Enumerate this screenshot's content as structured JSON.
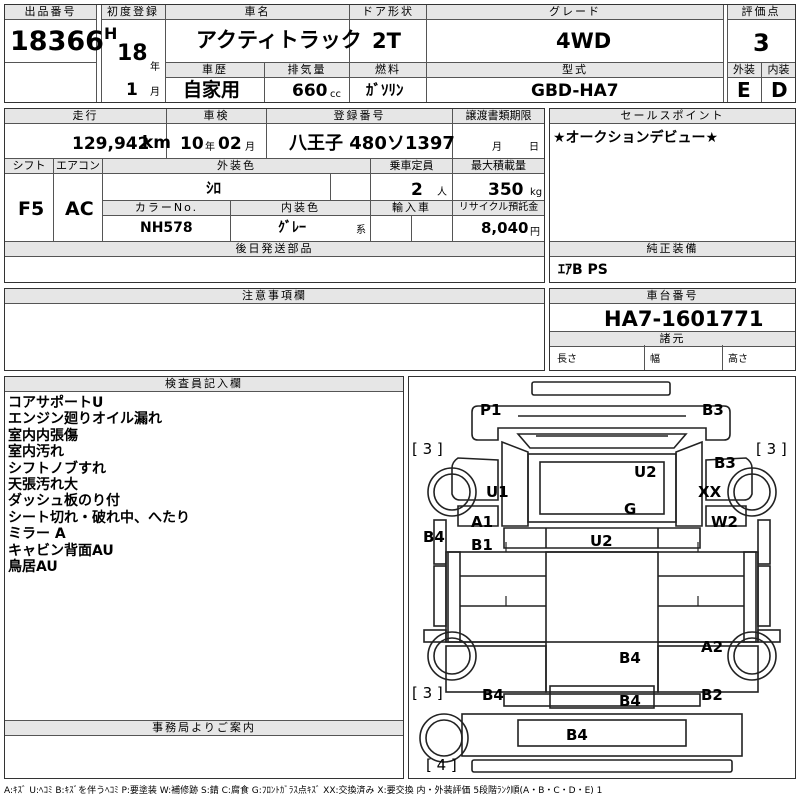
{
  "header": {
    "lot_label": "出品番号",
    "lot": "18366",
    "reg_label": "初度登録",
    "era": "H",
    "year": "18",
    "year_unit": "年",
    "month": "1",
    "month_unit": "月",
    "name_label": "車名",
    "name": "アクティトラック",
    "door_label": "ドア形状",
    "door": "2T",
    "grade_label": "グレード",
    "grade": "4WD",
    "score_label": "評価点",
    "score": "3",
    "history_label": "車歴",
    "history": "自家用",
    "cc_label": "排気量",
    "cc": "660",
    "cc_unit": "cc",
    "fuel_label": "燃料",
    "fuel": "ｶﾞｿﾘﾝ",
    "model_label": "型式",
    "model": "GBD-HA7",
    "ext_label": "外装",
    "ext": "E",
    "int_label": "内装",
    "int": "D"
  },
  "row2": {
    "mileage_label": "走行",
    "mileage": "129,942",
    "mileage_unit": "km",
    "inspection_label": "車検",
    "insp_year": "10",
    "insp_year_unit": "年",
    "insp_month": "02",
    "insp_month_unit": "月",
    "plate_label": "登録番号",
    "plate": "八王子 480ソ1397",
    "transfer_label": "譲渡書類期限",
    "transfer_month_unit": "月",
    "transfer_day_unit": "日",
    "sales_label": "セールスポイント",
    "sales": "★オークションデビュー★",
    "shift_label": "シフト",
    "shift": "F5",
    "ac_label": "エアコン",
    "ac": "AC",
    "color_label": "外装色",
    "color": "ｼﾛ",
    "capacity_label": "乗車定員",
    "capacity": "2",
    "capacity_unit": "人",
    "load_label": "最大積載量",
    "load": "350",
    "load_unit": "kg",
    "color_no_label": "カラーNo.",
    "color_no": "NH578",
    "interior_label": "内装色",
    "interior": "ｸﾞﾚｰ",
    "interior_unit": "系",
    "import_label": "輸入車",
    "recycle_label": "リサイクル預託金",
    "recycle": "8,040",
    "recycle_unit": "円"
  },
  "parts_label": "後日発送部品",
  "equip_label": "純正装備",
  "equip": "ｴｱB PS",
  "caution_label": "注意事項欄",
  "chassis_label": "車台番号",
  "chassis": "HA7-1601771",
  "spec_label": "諸元",
  "length_label": "長さ",
  "width_label": "幅",
  "height_label": "高さ",
  "inspector_label": "検査員記入欄",
  "notes": [
    "コアサポートU",
    "エンジン廻りオイル漏れ",
    "室内内張傷",
    "室内汚れ",
    "シフトノブすれ",
    "天張汚れ大",
    "ダッシュ板のり付",
    "シート切れ・破れ中、へたり",
    "ミラー A",
    "キャビン背面AU",
    "鳥居AU"
  ],
  "office_label": "事務局よりご案内",
  "diagram": {
    "marks": {
      "p1": "P1",
      "b3_top": "B3",
      "bracket_l": "[ 3 ]",
      "bracket_r": "[ 3 ]",
      "u2_top": "U2",
      "b3_right": "B3",
      "u1": "U1",
      "xx": "XX",
      "g": "G",
      "a1": "A1",
      "w2": "W2",
      "b4_left": "B4",
      "b1": "B1",
      "u2_mid": "U2",
      "b4_center": "B4",
      "a2": "A2",
      "bracket_bl": "[ 3 ]",
      "b4_lower": "B4",
      "b4_bottom": "B4",
      "b2": "B2",
      "b4_rear": "B4",
      "bracket_b": "[ 4 ]"
    }
  },
  "legend": "A:ｷｽﾞ U:ﾍｺﾐ B:ｷｽﾞを伴うﾍｺﾐ P:要塗装 W:補修跡 S:錆 C:腐食 G:ﾌﾛﾝﾄｶﾞﾗｽ点ｷｽﾞ XX:交換済み X:要交換 内・外装評価 5段階ﾗﾝｸ順(A・B・C・D・E) 1"
}
